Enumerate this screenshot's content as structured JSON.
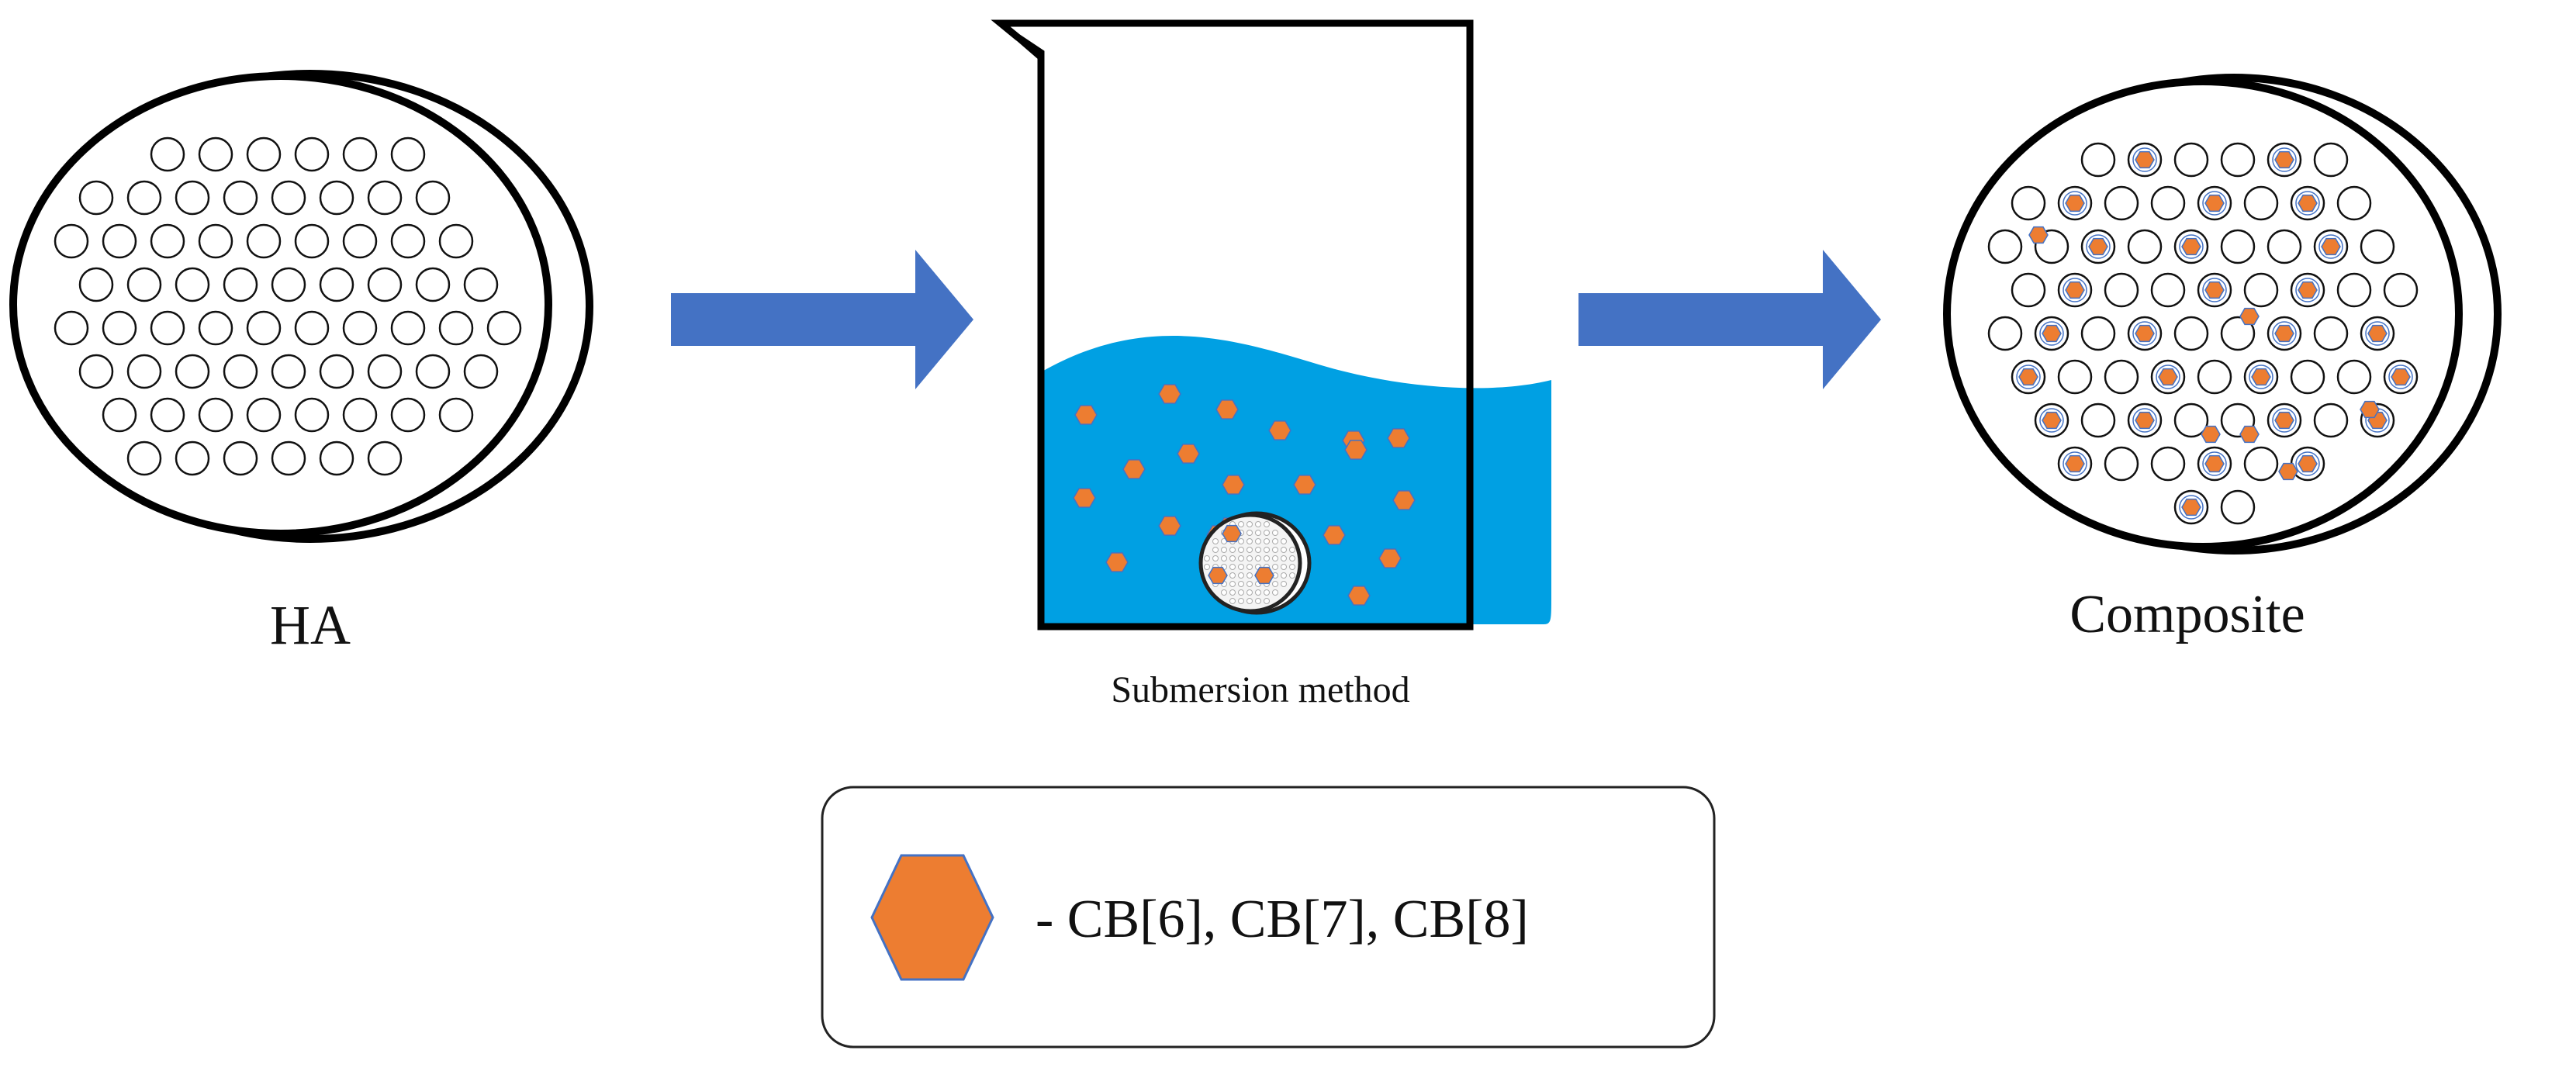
{
  "labels": {
    "ha": "HA",
    "submersion": "Submersion method",
    "composite": "Composite"
  },
  "legend": {
    "text": "- CB[6], CB[7], CB[8]",
    "icon": "hexagon-icon"
  },
  "colors": {
    "stroke": "#000000",
    "arrow": "#4472C4",
    "water": "#00A0E3",
    "hexagon_fill": "#ED7D31",
    "hexagon_stroke": "#4472C4",
    "legend_border": "#222222"
  }
}
